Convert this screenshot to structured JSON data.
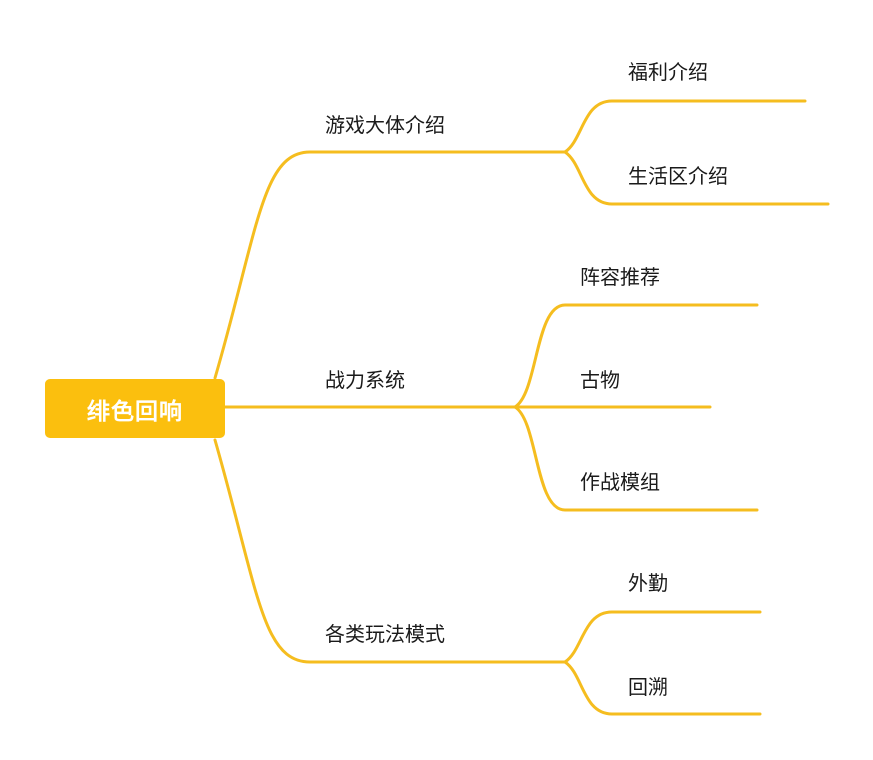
{
  "diagram": {
    "style": {
      "branch_color": "#f5bd1f",
      "root_fill": "#fbbf0e",
      "root_text_color": "#ffffff",
      "label_color": "#1a1a1a",
      "background": "#ffffff"
    },
    "root": {
      "label": "绯色回响"
    },
    "branches": [
      {
        "label": "游戏大体介绍",
        "children": [
          {
            "label": "福利介绍"
          },
          {
            "label": "生活区介绍"
          }
        ]
      },
      {
        "label": "战力系统",
        "children": [
          {
            "label": "阵容推荐"
          },
          {
            "label": "古物"
          },
          {
            "label": "作战模组"
          }
        ]
      },
      {
        "label": "各类玩法模式",
        "children": [
          {
            "label": "外勤"
          },
          {
            "label": "回溯"
          }
        ]
      }
    ]
  }
}
